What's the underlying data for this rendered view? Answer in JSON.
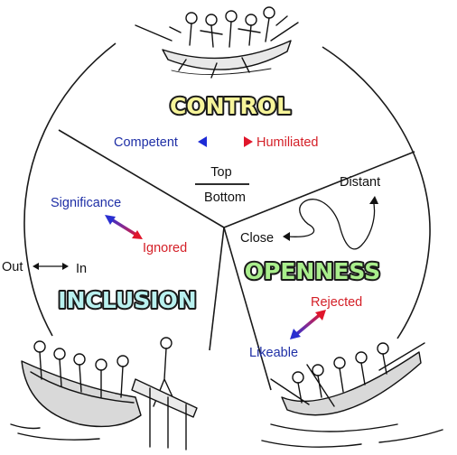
{
  "titles": {
    "control": "CONTROL",
    "inclusion": "INCLUSION",
    "openness": "OPENNESS"
  },
  "control": {
    "left_label": "Competent",
    "right_label": "Humiliated",
    "top_label": "Top",
    "bottom_label": "Bottom"
  },
  "inclusion": {
    "upper_label": "Significance",
    "lower_label": "Ignored",
    "out_label": "Out",
    "in_label": "In"
  },
  "openness": {
    "distant_label": "Distant",
    "close_label": "Close",
    "rejected_label": "Rejected",
    "likeable_label": "Likeable"
  },
  "colors": {
    "title_control": "#f7f59a",
    "title_inclusion": "#b9f1ef",
    "title_openness": "#a9ee8c",
    "blue_text": "#1f2fa6",
    "red_text": "#d41f27"
  },
  "icons": {
    "top_boat": "rowboat-crew-sketch",
    "left_boat": "boat-at-dock-sketch",
    "right_boat": "rowboat-paddlers-sketch"
  }
}
